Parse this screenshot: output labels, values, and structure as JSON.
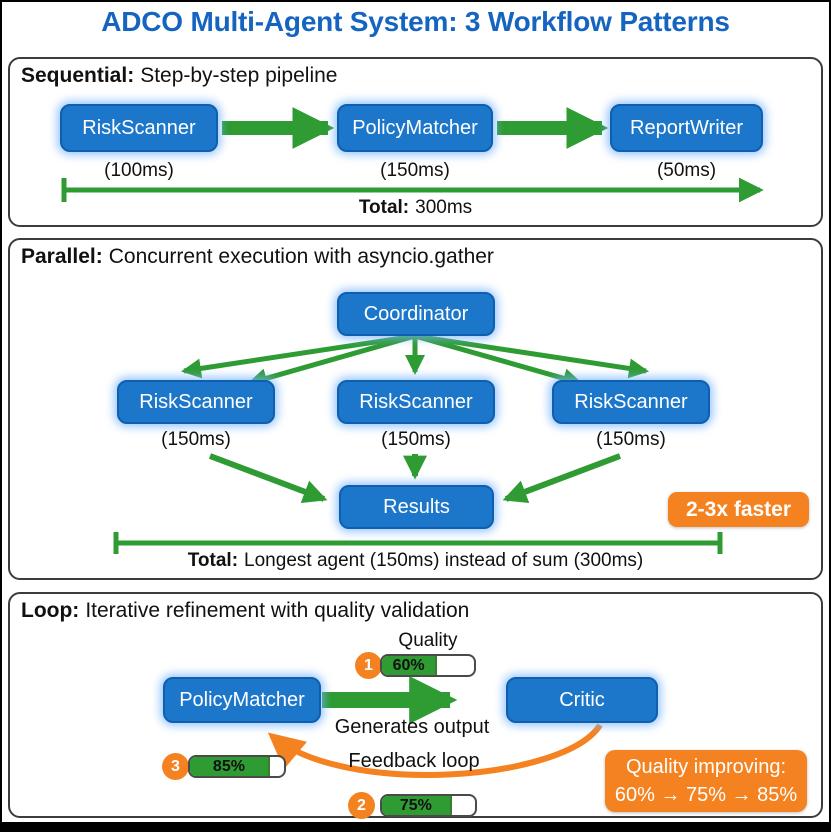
{
  "title": "ADCO Multi-Agent System: 3 Workflow Patterns",
  "colors": {
    "title_blue": "#1565c0",
    "node_blue": "#1c77ca",
    "node_border": "#0e5fb0",
    "arrow_green": "#2e9b33",
    "accent_orange": "#f58220",
    "panel_border": "#3c3c3c",
    "bar_fill_green": "#2e9b33"
  },
  "sequential": {
    "label": "Sequential:",
    "description": "Step-by-step pipeline",
    "nodes": [
      {
        "name": "RiskScanner",
        "time": "(100ms)"
      },
      {
        "name": "PolicyMatcher",
        "time": "(150ms)"
      },
      {
        "name": "ReportWriter",
        "time": "(50ms)"
      }
    ],
    "total_label": "Total:",
    "total_value": "300ms"
  },
  "parallel": {
    "label": "Parallel:",
    "description": "Concurrent execution with asyncio.gather",
    "coordinator": "Coordinator",
    "workers": [
      {
        "name": "RiskScanner",
        "time": "(150ms)"
      },
      {
        "name": "RiskScanner",
        "time": "(150ms)"
      },
      {
        "name": "RiskScanner",
        "time": "(150ms)"
      }
    ],
    "results": "Results",
    "badge": "2-3x faster",
    "total_label": "Total:",
    "total_value": "Longest agent (150ms) instead of sum (300ms)"
  },
  "loop": {
    "label": "Loop:",
    "description": "Iterative refinement with quality validation",
    "quality_label": "Quality",
    "generator": "PolicyMatcher",
    "critic": "Critic",
    "forward_label": "Generates output",
    "feedback_label": "Feedback loop",
    "iterations": [
      {
        "step": "1",
        "percent": "60%"
      },
      {
        "step": "2",
        "percent": "75%"
      },
      {
        "step": "3",
        "percent": "85%"
      }
    ],
    "callout_line1": "Quality improving:",
    "callout_line2": "60% → 75% → 85%"
  }
}
